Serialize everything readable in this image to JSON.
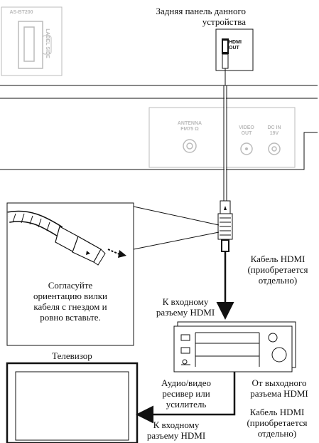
{
  "device": {
    "model": "AS-BT200",
    "label_side": "LABEL SIDE",
    "rear_panel_caption": [
      "Задняя панель данного",
      "устройства"
    ],
    "hdmi_out": [
      "HDMI",
      "OUT"
    ],
    "antenna": [
      "ANTENNA",
      "FM75 Ω"
    ],
    "video_out": [
      "VIDEO",
      "OUT"
    ],
    "dc_in": [
      "DC IN",
      "19V"
    ]
  },
  "cable_tip": [
    "Согласуйте",
    "ориентацию вилки",
    "кабеля с гнездом и",
    "ровно вставьте."
  ],
  "cable1": [
    "Кабель HDMI",
    "(приобретается",
    "отдельно)"
  ],
  "to_input_receiver": [
    "К входному",
    "разъему HDMI"
  ],
  "tv_label": "Телевизор",
  "receiver_label": [
    "Аудио/видео",
    "ресивер или",
    "усилитель"
  ],
  "from_output": [
    "От выходного",
    "разъема HDMI"
  ],
  "to_input_tv": [
    "К входному",
    "разъему HDMI"
  ],
  "cable2": [
    "Кабель HDMI",
    "(приобретается",
    "отдельно)"
  ],
  "colors": {
    "line": "#111111",
    "panel_grey": "#bbbbbb"
  }
}
